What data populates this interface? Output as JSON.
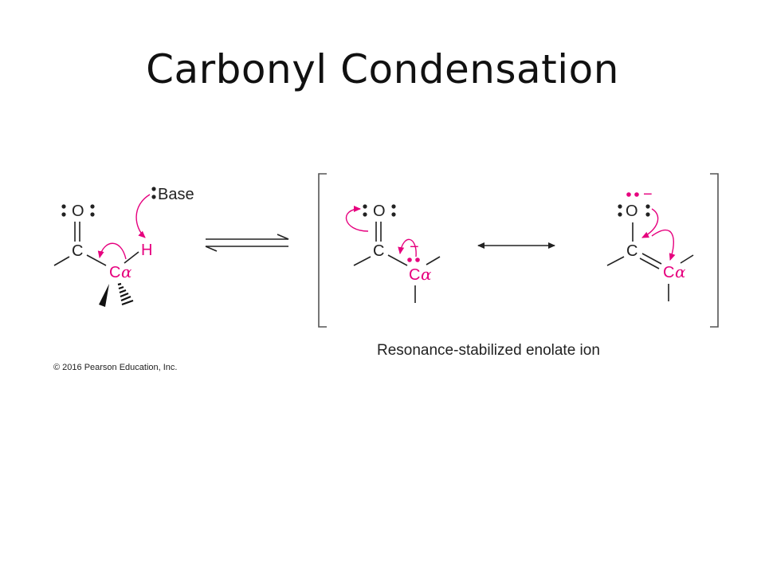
{
  "slide": {
    "title": "Carbonyl Condensation"
  },
  "diagram": {
    "caption": "Resonance-stabilized enolate ion",
    "copyright": "© 2016 Pearson Education, Inc.",
    "reactant": {
      "oxygen": "O",
      "carbonyl_carbon": "C",
      "alpha_carbon": "C",
      "alpha_symbol": "α",
      "hydrogen": "H",
      "base": "Base"
    },
    "enolate_left": {
      "oxygen": "O",
      "carbonyl_carbon": "C",
      "alpha_carbon": "C",
      "alpha_symbol": "α",
      "charge": "−"
    },
    "enolate_right": {
      "oxygen": "O",
      "carbonyl_carbon": "C",
      "alpha_carbon": "C",
      "alpha_symbol": "α",
      "charge": "−"
    },
    "colors": {
      "accent": "#e6007e",
      "ink": "#222222"
    }
  }
}
